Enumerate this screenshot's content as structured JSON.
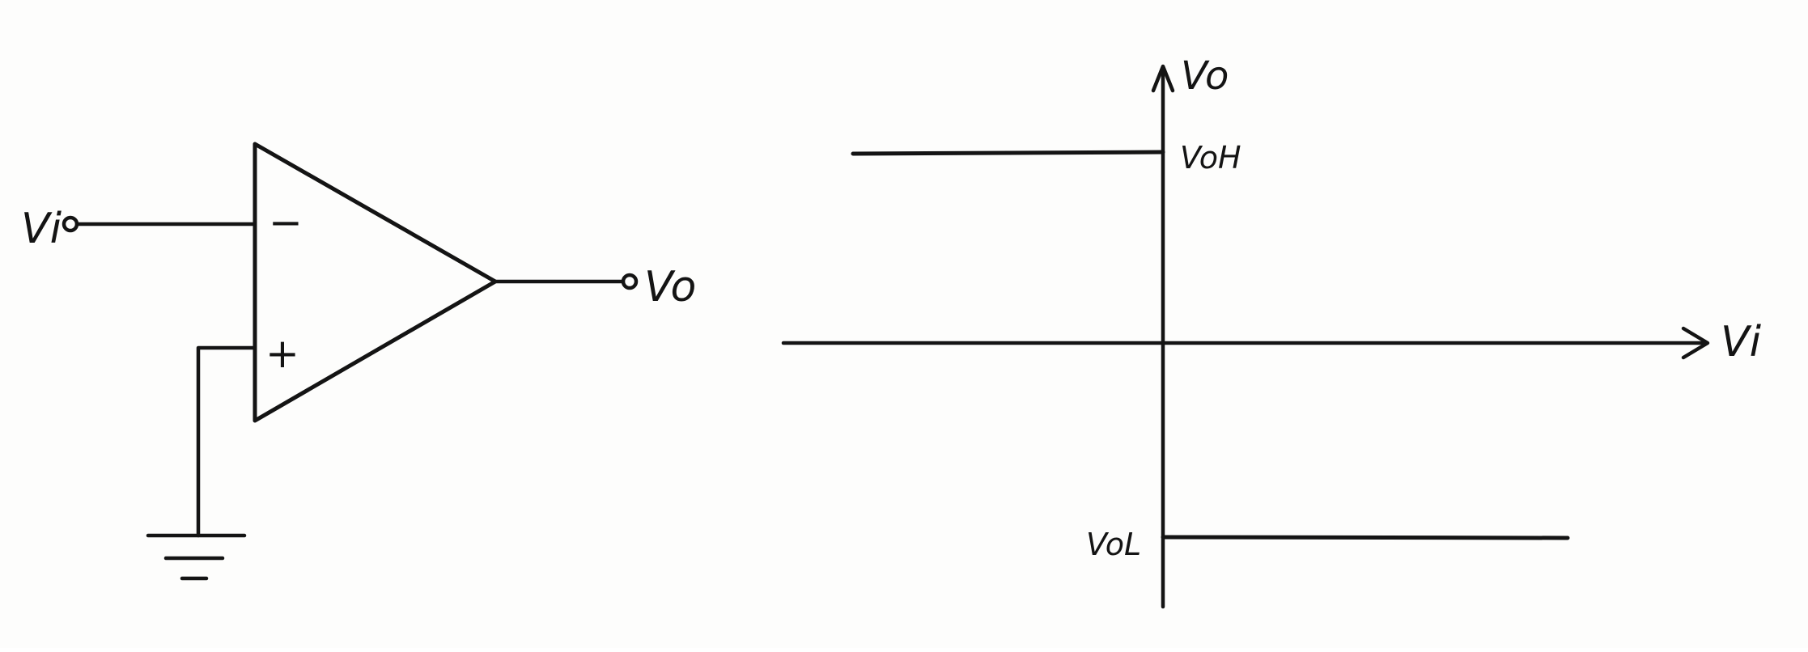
{
  "circuit": {
    "input_label": "Vi",
    "output_label": "Vo",
    "inverting_sign": "−",
    "noninverting_sign": "+"
  },
  "transfer_characteristic": {
    "y_axis_label": "Vo",
    "x_axis_label": "Vi",
    "high_level_label": "VoH",
    "low_level_label": "VoL"
  },
  "colors": {
    "ink": "#141414",
    "paper": "#fdfdfc"
  }
}
